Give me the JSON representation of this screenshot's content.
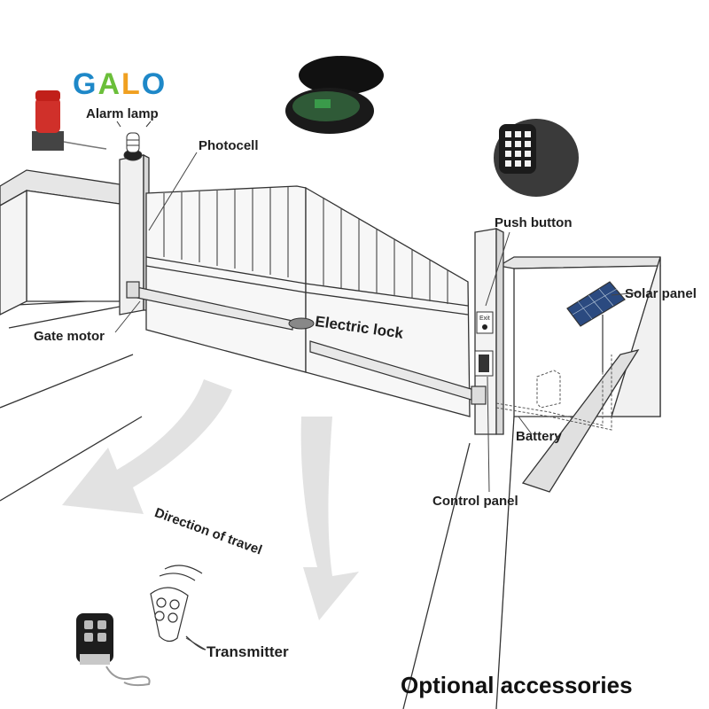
{
  "brand": {
    "logo_text": "GALO",
    "colors": [
      "#1e88c8",
      "#6bbf3a",
      "#f0a020",
      "#1e88c8"
    ]
  },
  "labels": {
    "alarm_lamp": "Alarm lamp",
    "photocell": "Photocell",
    "push_button": "Push button",
    "solar_panel": "Solar panel",
    "gate_motor": "Gate motor",
    "electric_lock": "Electric lock",
    "battery": "Battery",
    "control_panel": "Control panel",
    "direction_of_travel": "Direction of travel",
    "transmitter": "Transmitter",
    "exit": "Exit"
  },
  "footer": {
    "title": "Optional accessories"
  },
  "icons": [
    "alarm-lamp-icon",
    "photocell-icon",
    "keypad-icon",
    "solar-panel-icon",
    "remote-control-icon",
    "key-fob-icon",
    "battery-box-icon"
  ]
}
